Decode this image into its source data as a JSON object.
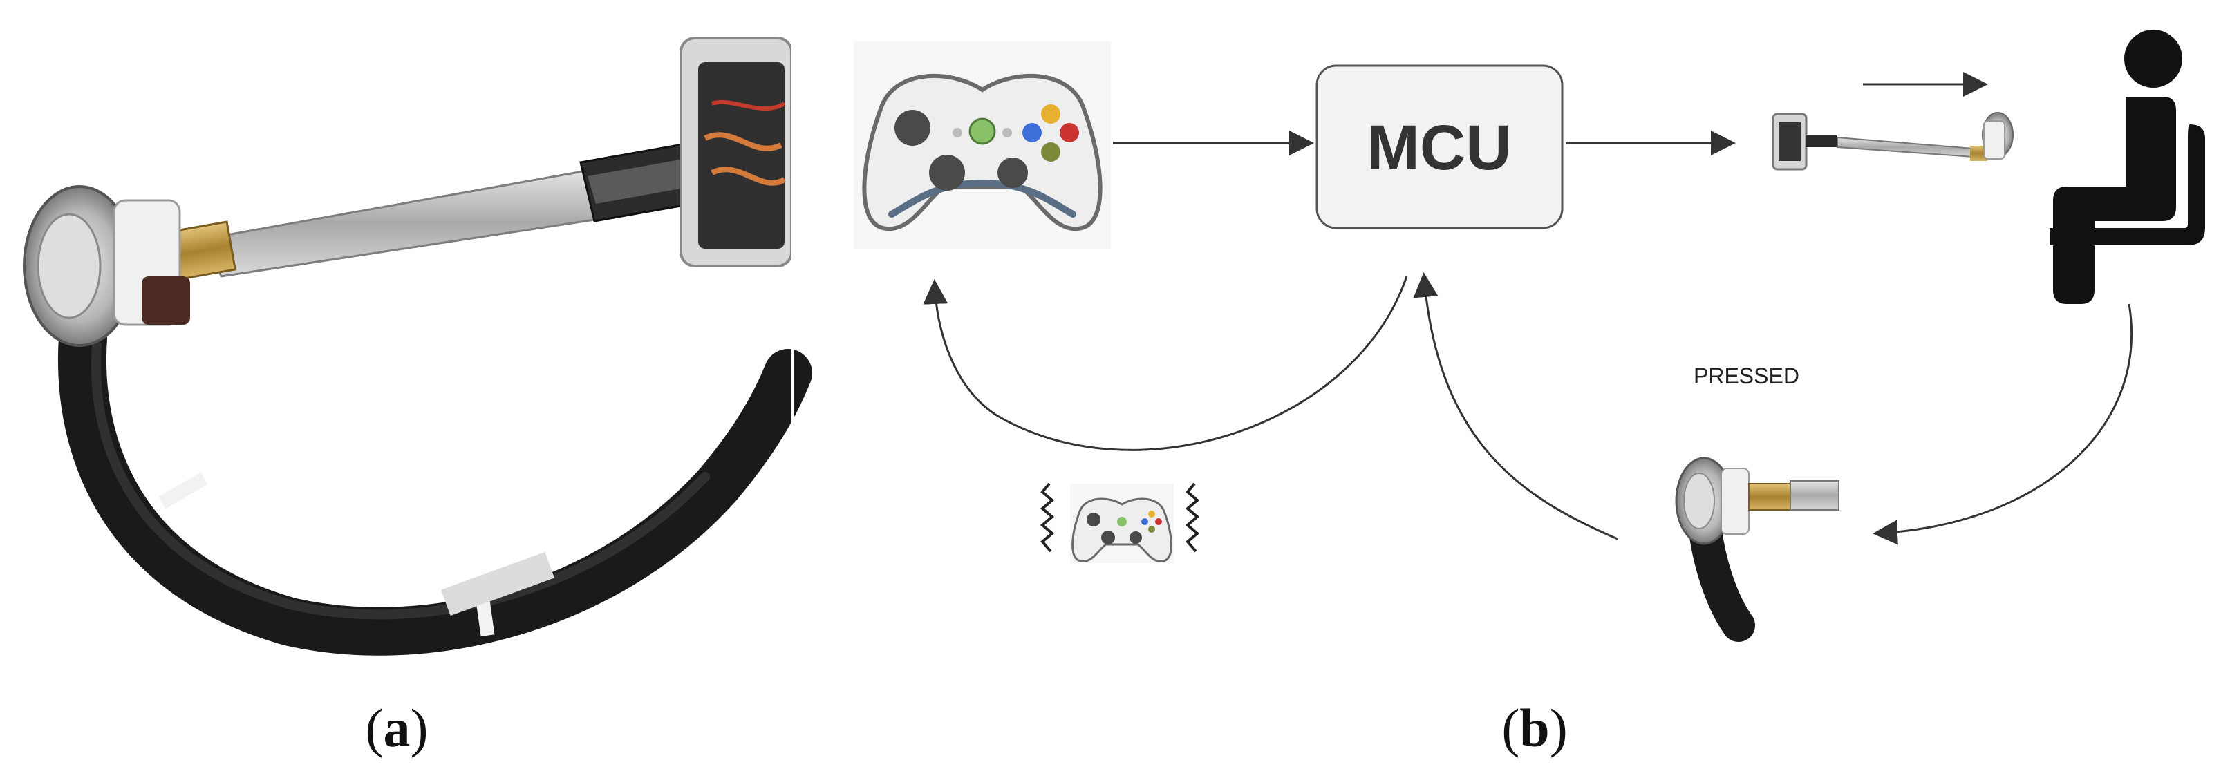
{
  "panel_a": {
    "caption_open": "(",
    "caption_letter": "a",
    "caption_close": ")"
  },
  "panel_b": {
    "caption_open": "(",
    "caption_letter": "b",
    "caption_close": ")",
    "mcu_label": "MCU",
    "pressed_label": "PRESSED"
  },
  "colors": {
    "arrow": "#333333",
    "mcu_box_fill": "#f2f2f2",
    "mcu_box_stroke": "#555555",
    "cable": "#1a1a1a",
    "metal": "#c8c8c8",
    "brass": "#b8923a",
    "controller_body": "#eeeeee",
    "controller_outline": "#6a6a6a",
    "button_a": "#6aa84f",
    "button_b": "#cc3333",
    "button_x": "#3d6fd8",
    "button_y": "#e8b030"
  }
}
